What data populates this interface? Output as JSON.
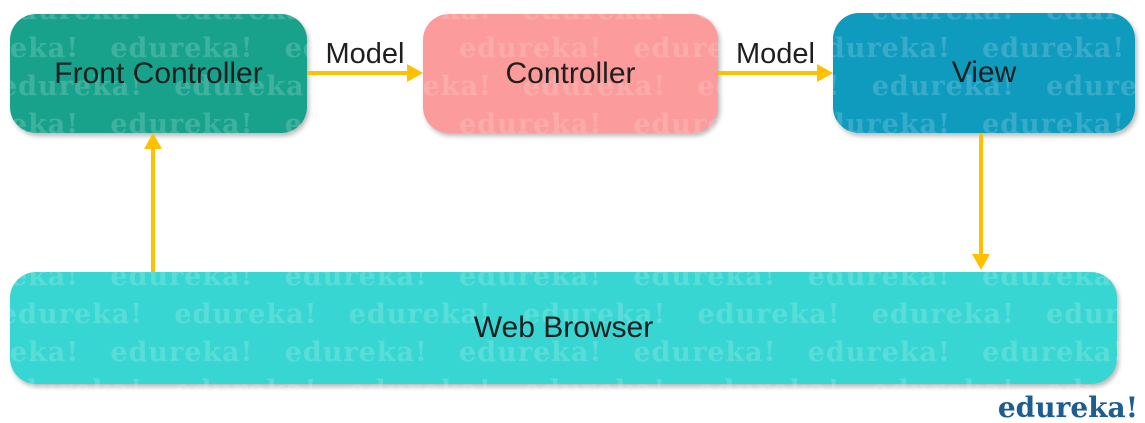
{
  "diagram": {
    "type": "flow-diagram",
    "nodes": [
      {
        "id": "front-controller",
        "label": "Front Controller",
        "color": "#18a28c"
      },
      {
        "id": "controller",
        "label": "Controller",
        "color": "#fc9b9b"
      },
      {
        "id": "view",
        "label": "View",
        "color": "#0f9bbe"
      },
      {
        "id": "web-browser",
        "label": "Web Browser",
        "color": "#38d6d2"
      }
    ],
    "edges": [
      {
        "from": "front-controller",
        "to": "controller",
        "label": "Model",
        "direction": "right"
      },
      {
        "from": "controller",
        "to": "view",
        "label": "Model",
        "direction": "right"
      },
      {
        "from": "view",
        "to": "web-browser",
        "label": "",
        "direction": "down"
      },
      {
        "from": "web-browser",
        "to": "front-controller",
        "label": "",
        "direction": "up"
      }
    ],
    "arrow_color": "#ffc000",
    "text_color": "#1f1f1f"
  },
  "watermark": {
    "word": "edureka!"
  },
  "branding": {
    "logo_text": "edureka!",
    "logo_color": "#1d5d92"
  }
}
